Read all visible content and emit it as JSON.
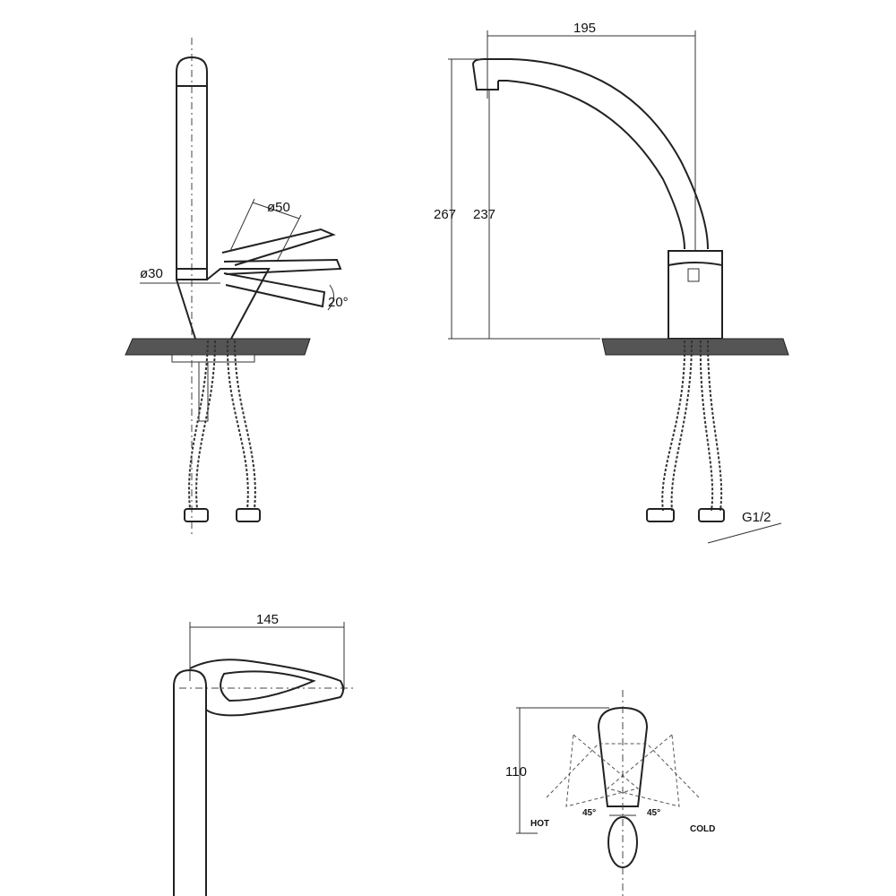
{
  "front_view": {
    "diam_handle": "ø50",
    "diam_body": "ø30",
    "angle": "20°"
  },
  "side_view": {
    "spout_reach": "195",
    "total_height": "267",
    "spout_height": "237",
    "thread": "G1/2"
  },
  "top_view": {
    "handle_length": "145"
  },
  "rotation_view": {
    "swing": "110",
    "hot_label": "HOT",
    "cold_label": "COLD",
    "angle_hot": "45°",
    "angle_cold": "45°"
  }
}
